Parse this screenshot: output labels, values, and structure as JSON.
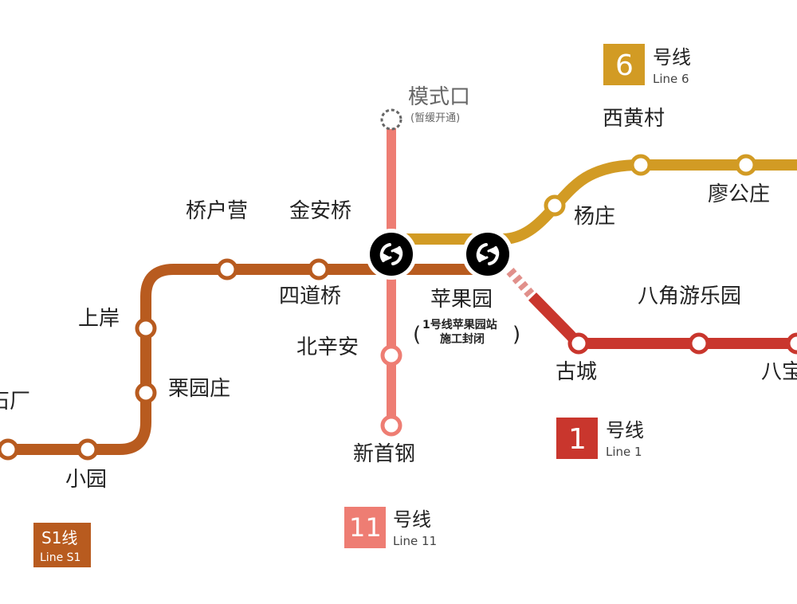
{
  "colors": {
    "line_s1": "#b85b1f",
    "line_6": "#d29b24",
    "line_1": "#c9362d",
    "line_11": "#ee7d73",
    "station_fill": "#ffffff",
    "transfer_fill": "#000000"
  },
  "lines": {
    "line6": {
      "num": "6",
      "title": "号线",
      "sub": "Line 6"
    },
    "line1": {
      "num": "1",
      "title": "号线",
      "sub": "Line 1"
    },
    "line11": {
      "num": "11",
      "title": "号线",
      "sub": "Line 11"
    },
    "lineS1": {
      "title": "S1线",
      "sub": "Line S1"
    }
  },
  "stations": {
    "moshikou": "模式口",
    "moshikou_note": "(暂缓开通)",
    "xihuangcun": "西黄村",
    "liaogongzhuang": "廖公庄",
    "yangzhuang": "杨庄",
    "qiaohuying": "桥户营",
    "jinanqiao": "金安桥",
    "sidaoqiao": "四道桥",
    "pingguoyuan": "苹果园",
    "pingguoyuan_note1": "1号线苹果园站",
    "pingguoyuan_note2": "施工封闭",
    "bajiaoyouleyuan": "八角游乐园",
    "shangan": "上岸",
    "beixinan": "北辛安",
    "lizhuangyuan": "栗园庄",
    "gucheng": "古城",
    "babaoshan_partial": "八宝",
    "shichang_partial": "石厂",
    "xiaoyuan": "小园",
    "xinshougang": "新首钢"
  },
  "icons": {
    "transfer": "transfer-arrows-icon",
    "planned": "dashed-circle-icon"
  }
}
